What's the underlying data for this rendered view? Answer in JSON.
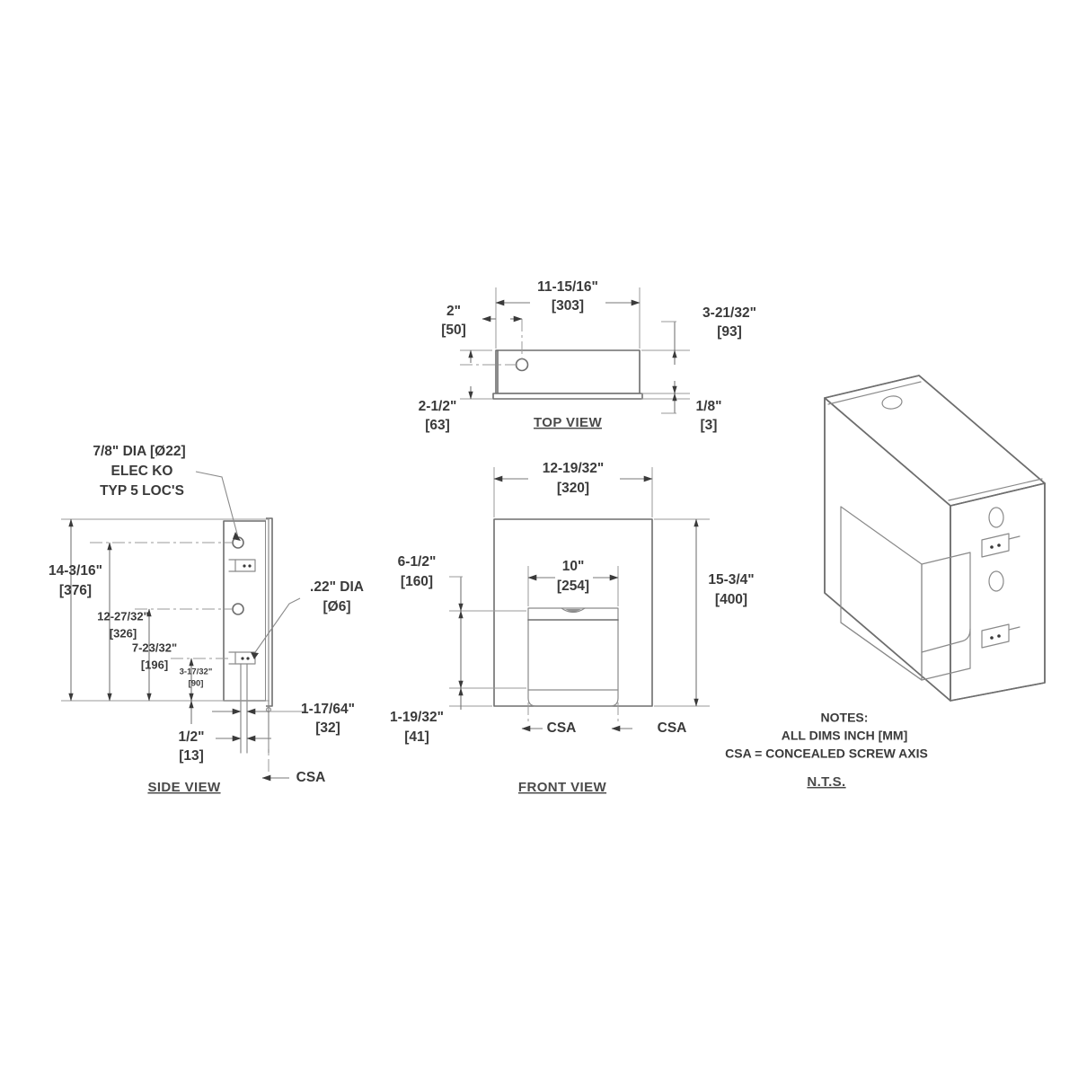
{
  "drawing": {
    "title_note_block": {
      "notes_heading": "NOTES:",
      "note_1": "ALL DIMS INCH [MM]",
      "note_2": "CSA = CONCEALED SCREW AXIS",
      "scale": "N.T.S."
    },
    "views": {
      "top": {
        "label": "TOP VIEW",
        "dimensions": {
          "width_overall": {
            "inch": "11-15/16\"",
            "mm": "[303]"
          },
          "hole_offset": {
            "inch": "2\"",
            "mm": "[50]"
          },
          "depth": {
            "inch": "2-1/2\"",
            "mm": "[63]"
          },
          "flange_depth": {
            "inch": "3-21/32\"",
            "mm": "[93]"
          },
          "lip_thickness": {
            "inch": "1/8\"",
            "mm": "[3]"
          }
        }
      },
      "side": {
        "label": "SIDE VIEW",
        "dimensions": {
          "height_overall": {
            "inch": "14-3/16\"",
            "mm": "[376]"
          },
          "upper_hole": {
            "inch": "12-27/32\"",
            "mm": "[326]"
          },
          "mid_hole": {
            "inch": "7-23/32\"",
            "mm": "[196]"
          },
          "lower_slot": {
            "inch": "3-17/32\"",
            "mm": "[90]"
          },
          "flange_offset": {
            "inch": "1/2\"",
            "mm": "[13]"
          },
          "body_depth": {
            "inch": "1-17/64\"",
            "mm": "[32]"
          }
        },
        "callouts": {
          "elec_ko_line_1": "7/8\" DIA [Ø22]",
          "elec_ko_line_2": "ELEC KO",
          "elec_ko_line_3": "TYP 5 LOC'S",
          "small_hole_line_1": ".22\" DIA",
          "small_hole_line_2": "[Ø6]"
        },
        "csa_label": "CSA"
      },
      "front": {
        "label": "FRONT VIEW",
        "dimensions": {
          "width_overall": {
            "inch": "12-19/32\"",
            "mm": "[320]"
          },
          "opening_width": {
            "inch": "10\"",
            "mm": "[254]"
          },
          "opening_top_offset": {
            "inch": "6-1/2\"",
            "mm": "[160]"
          },
          "height_overall": {
            "inch": "15-3/4\"",
            "mm": "[400]"
          },
          "opening_bottom_offset": {
            "inch": "1-19/32\"",
            "mm": "[41]"
          }
        },
        "csa_label_left": "CSA",
        "csa_label_right": "CSA"
      },
      "iso": {
        "label": ""
      }
    },
    "colors": {
      "line": "#6e6e6e",
      "dim_line": "#777777",
      "text": "#3a3a3a",
      "background": "#ffffff"
    }
  }
}
